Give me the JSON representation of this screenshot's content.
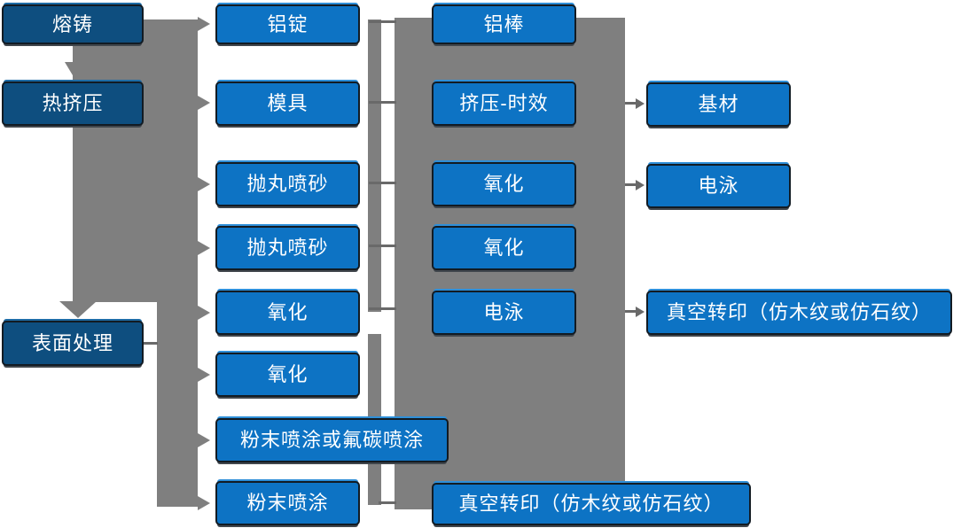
{
  "diagram_type": "flowchart",
  "colors": {
    "stage_box": "#0E4E7F",
    "process_box": "#0D73C4",
    "connector_band": "#7F7F7F",
    "connector_line": "#696969",
    "box_text": "#FFFFFF",
    "background": "#FFFFFF"
  },
  "columns": [
    {
      "name": "stages",
      "boxes": [
        "熔铸",
        "热挤压",
        "表面处理"
      ]
    },
    {
      "name": "column-2",
      "boxes": [
        "铝锭",
        "模具",
        "抛丸喷砂",
        "抛丸喷砂",
        "氧化",
        "氧化",
        "粉末喷涂或氟碳喷涂",
        "粉末喷涂"
      ]
    },
    {
      "name": "column-3",
      "boxes": [
        "铝棒",
        "挤压-时效",
        "氧化",
        "氧化",
        "电泳",
        "真空转印（仿木纹或仿石纹）"
      ]
    },
    {
      "name": "column-4",
      "boxes": [
        "基材",
        "电泳",
        "真空转印（仿木纹或仿石纹）"
      ]
    }
  ]
}
